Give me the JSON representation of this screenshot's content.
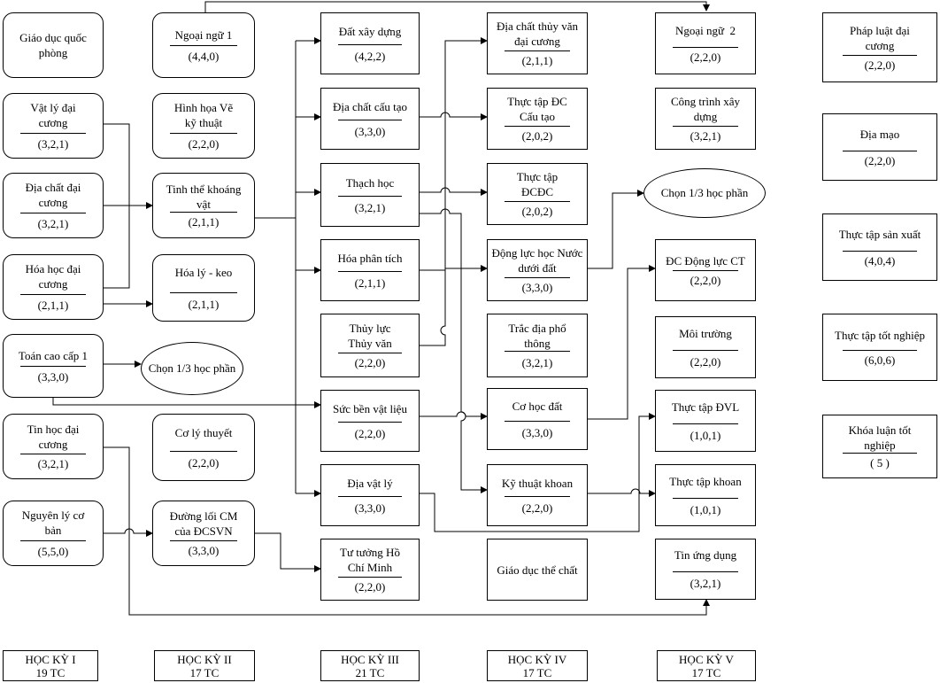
{
  "courses": {
    "gdqp": {
      "name": "Giáo dục quốc phòng",
      "credits": ""
    },
    "vlydc": {
      "name": "Vật lý đại cương",
      "credits": "(3,2,1)"
    },
    "dcdc": {
      "name": "Địa chất đại cương",
      "credits": "(3,2,1)"
    },
    "hhdc": {
      "name": "Hóa học đại cương",
      "credits": "(2,1,1)"
    },
    "tcc1": {
      "name": "Toán cao cấp 1",
      "credits": "(3,3,0)"
    },
    "thdc": {
      "name": "Tin học đại cương",
      "credits": "(3,2,1)"
    },
    "nlcb": {
      "name": "Nguyên lý cơ bản",
      "credits": "(5,5,0)"
    },
    "nn1": {
      "name": "Ngoại ngữ 1",
      "credits": "(4,4,0)"
    },
    "hhvkt": {
      "name": "Hình họa Vẽ kỹ thuật",
      "credits": "(2,2,0)"
    },
    "ttkv": {
      "name": "Tinh thể khoáng vật",
      "credits": "(2,1,1)"
    },
    "hlk": {
      "name": "Hóa lý - keo",
      "credits": "(2,1,1)"
    },
    "clt": {
      "name": "Cơ lý thuyết",
      "credits": "(2,2,0)"
    },
    "dlcm": {
      "name": "Đường lối CM của ĐCSVN",
      "credits": "(3,3,0)"
    },
    "dxd": {
      "name": "Đất xây dựng",
      "credits": "(4,2,2)"
    },
    "dcct": {
      "name": "Địa chất cấu tạo",
      "credits": "(3,3,0)"
    },
    "thach": {
      "name": "Thạch học",
      "credits": "(3,2,1)"
    },
    "hpt": {
      "name": "Hóa phân tích",
      "credits": "(2,1,1)"
    },
    "tlytv": {
      "name": "Thủy lực Thủy văn",
      "credits": "(2,2,0)"
    },
    "sbvl": {
      "name": "Sức bền vật liệu",
      "credits": "(2,2,0)"
    },
    "dvl": {
      "name": "Địa vật lý",
      "credits": "(3,3,0)"
    },
    "tthcm": {
      "name": "Tư tưởng Hồ Chí Minh",
      "credits": "(2,2,0)"
    },
    "dctvdc": {
      "name": "Địa chất thủy văn đại cương",
      "credits": "(2,1,1)"
    },
    "ttdcct": {
      "name": "Thực tập ĐC Cấu tạo",
      "credits": "(2,0,2)"
    },
    "ttdcdc": {
      "name": "Thực tập ĐCĐC",
      "credits": "(2,0,2)"
    },
    "dlhndd": {
      "name": "Động lực học Nước dưới đất",
      "credits": "(3,3,0)"
    },
    "tdpt": {
      "name": "Trắc địa phổ thông",
      "credits": "(3,2,1)"
    },
    "chd": {
      "name": "Cơ học đất",
      "credits": "(3,3,0)"
    },
    "ktk": {
      "name": "Kỹ thuật khoan",
      "credits": "(2,2,0)"
    },
    "gdtc": {
      "name": "Giáo dục thể chất",
      "credits": ""
    },
    "nn2": {
      "name": "Ngoại ngữ  2",
      "credits": "(2,2,0)"
    },
    "ctxd": {
      "name": "Công trình xây dựng",
      "credits": "(3,2,1)"
    },
    "dcdlct": {
      "name": "ĐC Động lực CT",
      "credits": "(2,2,0)"
    },
    "mt": {
      "name": "Môi trường",
      "credits": "(2,2,0)"
    },
    "ttdvl": {
      "name": "Thực tập ĐVL",
      "credits": "(1,0,1)"
    },
    "ttk": {
      "name": "Thực tập khoan",
      "credits": "(1,0,1)"
    },
    "tud": {
      "name": "Tin ứng dụng",
      "credits": "(3,2,1)"
    },
    "pldc": {
      "name": "Pháp luật đại cương",
      "credits": "(2,2,0)"
    },
    "dm": {
      "name": "Địa mạo",
      "credits": "(2,2,0)"
    },
    "ttsx": {
      "name": "Thực tập sản xuất",
      "credits": "(4,0,4)"
    },
    "tttn": {
      "name": "Thực tập tốt nghiệp",
      "credits": "(6,0,6)"
    },
    "kltn": {
      "name": "Khóa luận tốt nghiệp",
      "credits": "( 5 )"
    }
  },
  "electives": {
    "sem1": "Chọn 1/3 học phần",
    "sem4": "Chọn 1/3 học phần"
  },
  "semesters": [
    {
      "name": "HỌC KỲ I",
      "credits": "19 TC"
    },
    {
      "name": "HỌC KỲ II",
      "credits": "17 TC"
    },
    {
      "name": "HỌC KỲ III",
      "credits": "21 TC"
    },
    {
      "name": "HỌC KỲ IV",
      "credits": "17 TC"
    },
    {
      "name": "HỌC KỲ V",
      "credits": "17 TC"
    }
  ]
}
